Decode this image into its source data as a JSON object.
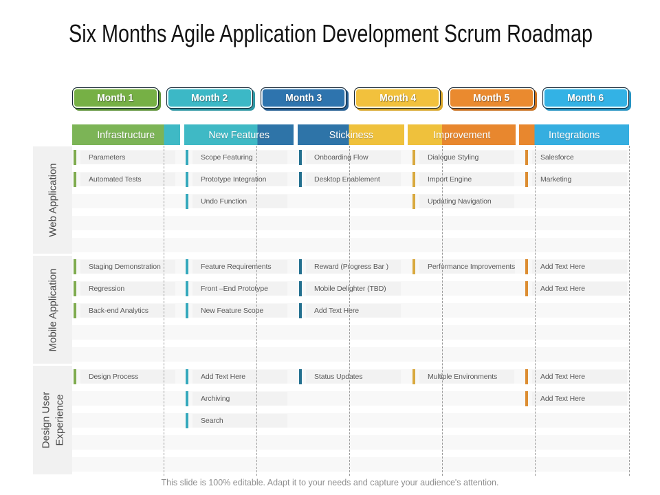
{
  "title": "Six Months Agile Application Development Scrum Roadmap",
  "footer": "This slide is 100% editable. Adapt it to your needs and capture your audience's attention.",
  "months": [
    {
      "label": "Month 1",
      "fill": "#76B045",
      "shadow": "#5E9338"
    },
    {
      "label": "Month 2",
      "fill": "#3CB8C6",
      "shadow": "#2F97A4"
    },
    {
      "label": "Month 3",
      "fill": "#2E74AE",
      "shadow": "#255E92"
    },
    {
      "label": "Month 4",
      "fill": "#F2C13D",
      "shadow": "#D8A62A"
    },
    {
      "label": "Month 5",
      "fill": "#EA8A2F",
      "shadow": "#C9711F"
    },
    {
      "label": "Month 6",
      "fill": "#33B2E5",
      "shadow": "#2593C2"
    }
  ],
  "phases": [
    {
      "label": "Infrastructure",
      "color": "#7CB456",
      "next_color": "#3FB9C5",
      "split_pct": 85
    },
    {
      "label": "New Features",
      "color": "#3FB9C5",
      "next_color": "#2E74A8",
      "split_pct": 67
    },
    {
      "label": "Stickiness",
      "color": "#2E74A8",
      "next_color": "#EFC13C",
      "split_pct": 48
    },
    {
      "label": "Improvement",
      "color": "#EFC13C",
      "next_color": "#E8872E",
      "split_pct": 32
    },
    {
      "label": "Integrations",
      "color": "#E8872E",
      "next_color": "#35AEE0",
      "split_pct": 14
    }
  ],
  "tick_colors": [
    "#7FAC4F",
    "#35A9BC",
    "#24708F",
    "#D9A93E",
    "#DC8D32"
  ],
  "sections": [
    {
      "label": "Web Application",
      "rows": [
        [
          "Parameters",
          "Scope Featuring",
          "Onboarding Flow",
          "Dialogue Styling",
          "Salesforce"
        ],
        [
          "Automated Tests",
          "Prototype Integration",
          "Desktop Enablement",
          "Import Engine",
          "Marketing"
        ],
        [
          null,
          "Undo Function",
          null,
          "Updating Navigation",
          null
        ]
      ]
    },
    {
      "label": "Mobile Application",
      "rows": [
        [
          "Staging Demonstration",
          "Feature Requirements",
          "Reward (Progress Bar )",
          "Performance Improvements",
          "Add Text Here"
        ],
        [
          "Regression",
          "Front –End Prototype",
          "Mobile Delighter (TBD)",
          null,
          "Add Text Here"
        ],
        [
          "Back-end Analytics",
          "New Feature Scope",
          "Add Text Here",
          null,
          null
        ]
      ]
    },
    {
      "label": "Design User Experience",
      "rows": [
        [
          "Design Process",
          "Add Text Here",
          "Status Updates",
          "Multiple Environments",
          "Add Text Here"
        ],
        [
          null,
          "Archiving",
          null,
          null,
          "Add Text Here"
        ],
        [
          null,
          "Search",
          null,
          null,
          null
        ]
      ]
    }
  ]
}
